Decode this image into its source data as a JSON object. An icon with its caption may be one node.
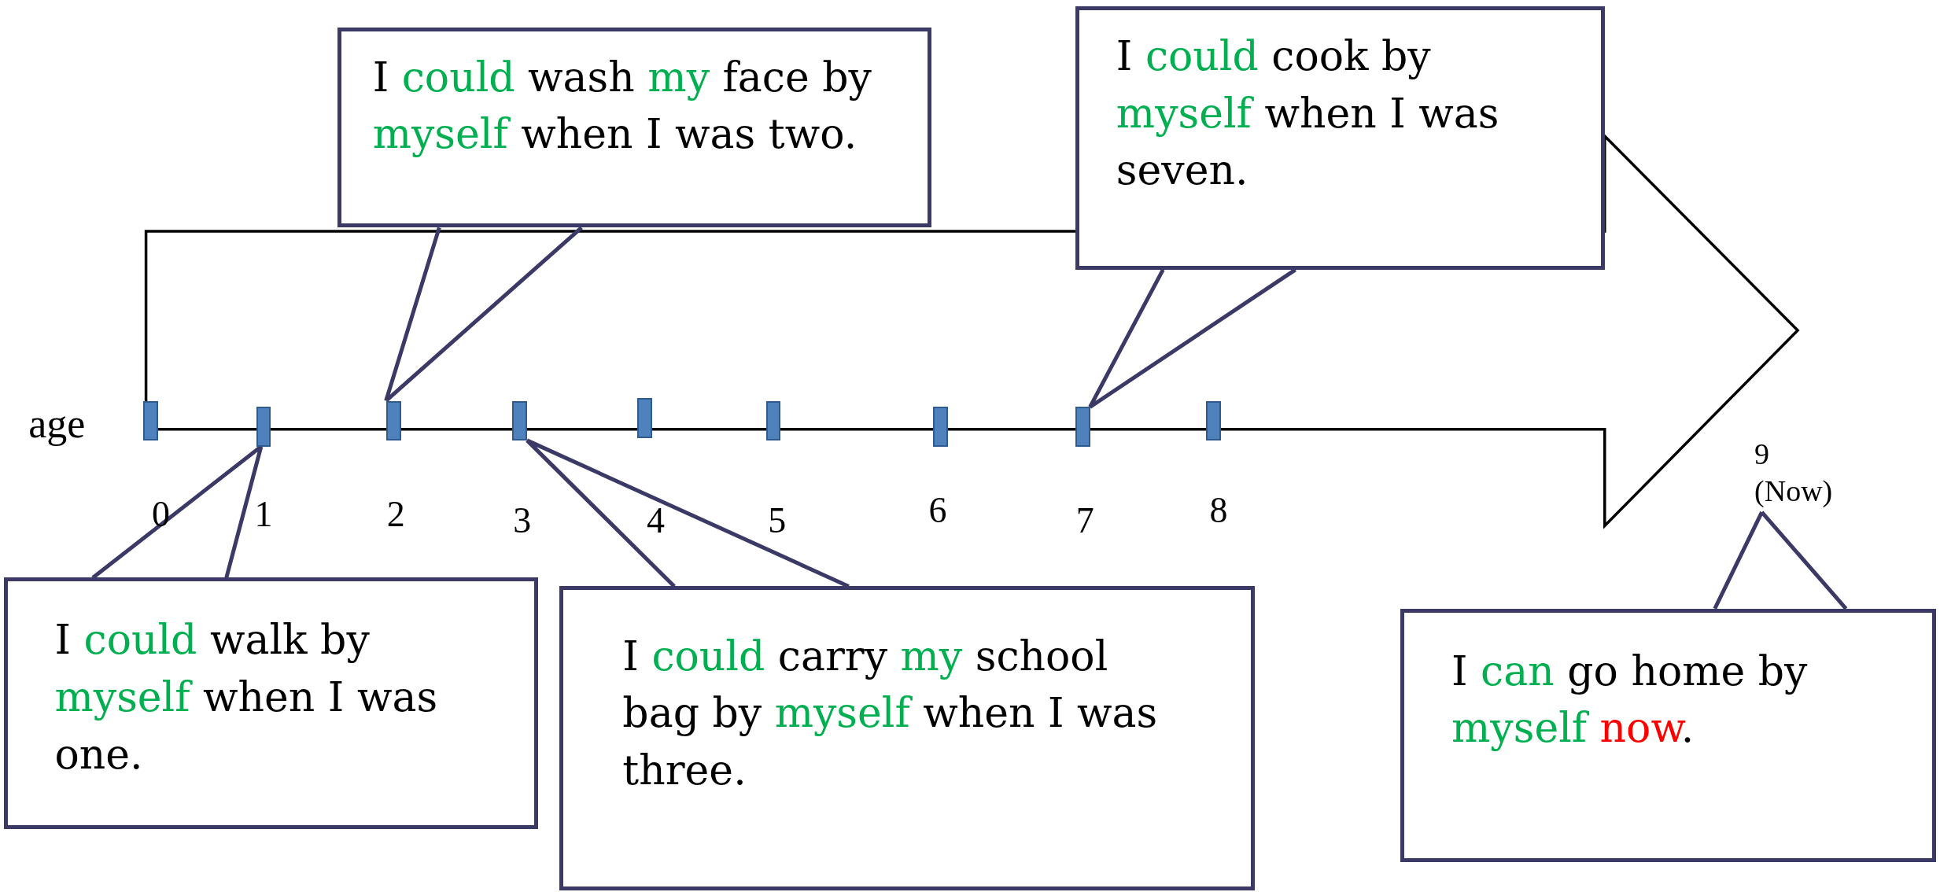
{
  "diagram": {
    "nodes": [
      {
        "text": [
          "I could wash my face by myself when I was two."
        ]
      },
      {
        "text": [
          "I could cook by myself when I was seven."
        ]
      },
      {
        "text": [],
        "shape": "bar"
      },
      {
        "text": [],
        "shape": "bar"
      },
      {
        "text": [],
        "shape": "bar"
      },
      {
        "text": [],
        "shape": "bar"
      },
      {
        "text": [],
        "shape": "bar"
      },
      {
        "text": [],
        "shape": "bar"
      },
      {
        "text": [],
        "shape": "bar"
      },
      {
        "text": [],
        "shape": "bar"
      },
      {
        "text": [],
        "shape": "bar"
      },
      {
        "text": [
          "I could walk by myself when I was one."
        ]
      },
      {
        "text": [
          "I could carry my school bag by myself when I was three."
        ]
      },
      {
        "text": [
          "I can go home by myself now."
        ]
      },
      {
        "text": [
          "9 (Now)"
        ]
      }
    ],
    "edges": [
      {
        "from": 0,
        "to": 4,
        "arrow": "none"
      },
      {
        "from": 1,
        "to": 9,
        "arrow": "none"
      },
      {
        "from": 11,
        "to": 3,
        "arrow": "none"
      },
      {
        "from": 12,
        "to": 5,
        "arrow": "none"
      },
      {
        "from": 13,
        "to": 14,
        "arrow": "none"
      }
    ],
    "labels": [
      "age",
      "0",
      "1",
      "2",
      "3",
      "4",
      "5",
      "6",
      "7",
      "8"
    ]
  }
}
